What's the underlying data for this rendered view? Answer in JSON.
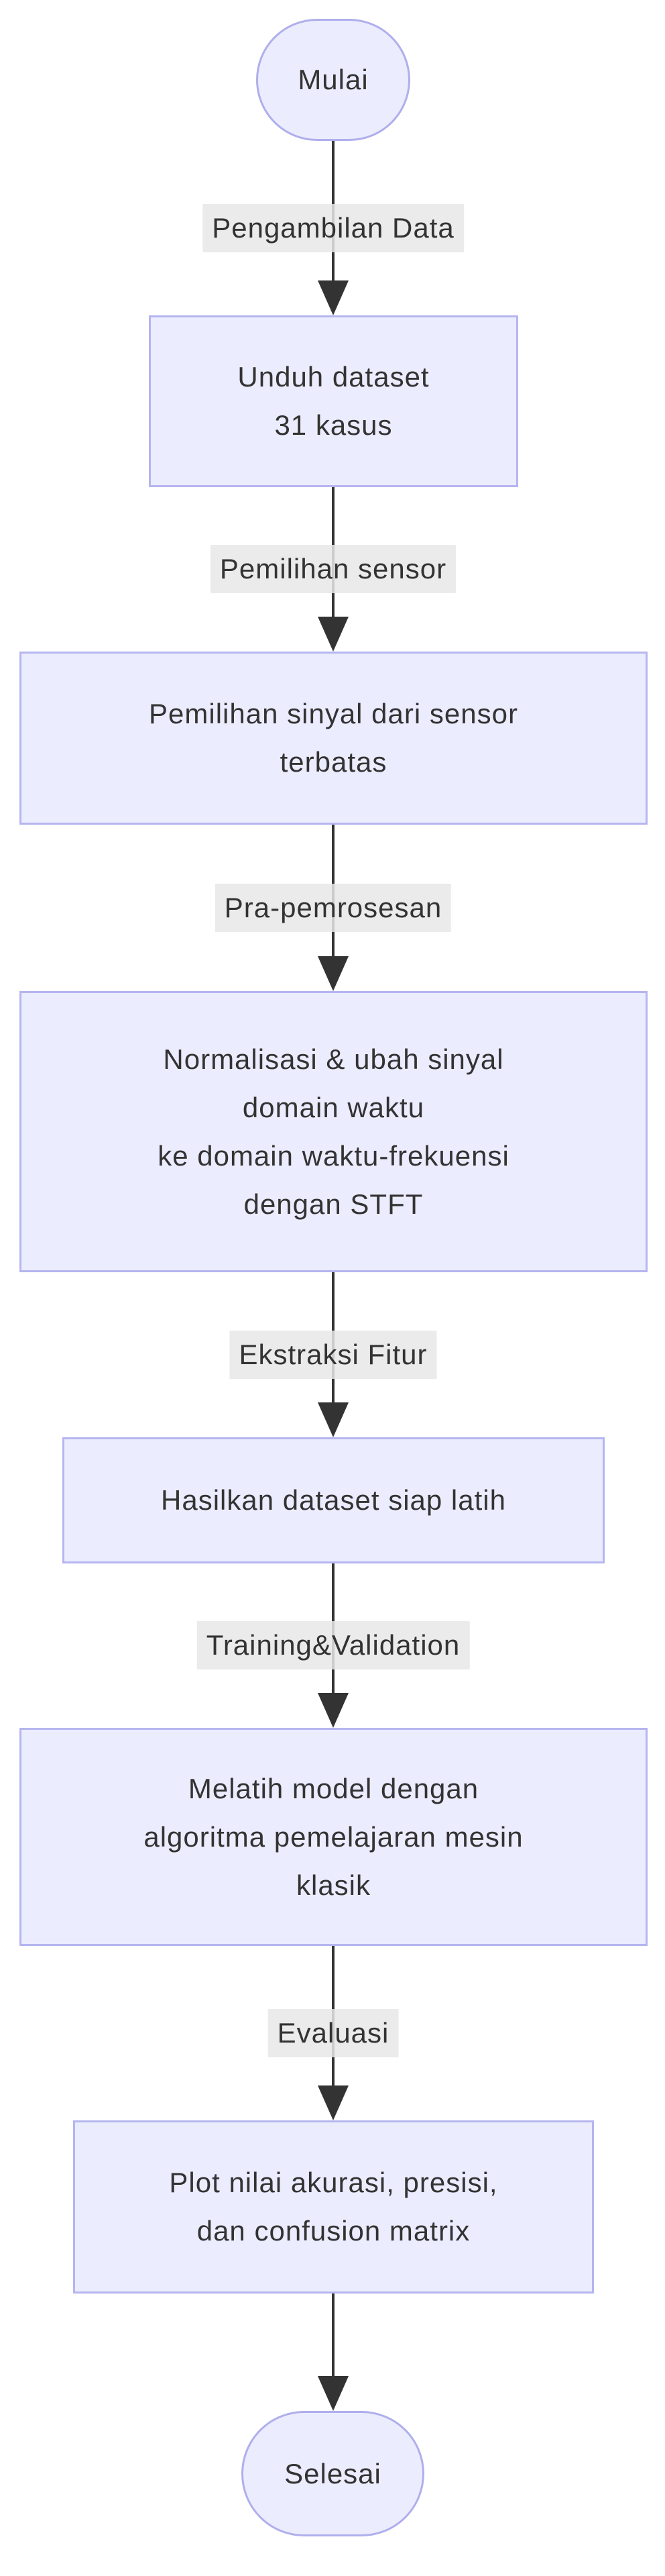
{
  "flowchart": {
    "type": "vertical-flowchart",
    "colors": {
      "background": "#FFFFFF",
      "node_fill": "#ECECFF",
      "node_border": "#B5B5F0",
      "edge_line": "#333333",
      "edge_label_background": "#E8E8E8",
      "text": "#333333"
    },
    "nodes": [
      {
        "id": "start",
        "shape": "stadium",
        "label": "Mulai"
      },
      {
        "id": "unduh",
        "shape": "process",
        "lines": [
          "Unduh dataset",
          "31 kasus"
        ]
      },
      {
        "id": "pemilihan",
        "shape": "process",
        "lines": [
          "Pemilihan sinyal dari sensor",
          "terbatas"
        ]
      },
      {
        "id": "normal",
        "shape": "process",
        "lines": [
          "Normalisasi & ubah sinyal",
          "domain waktu",
          "ke domain waktu-frekuensi",
          "dengan STFT"
        ]
      },
      {
        "id": "hasilkan",
        "shape": "process",
        "lines": [
          "Hasilkan dataset siap latih"
        ]
      },
      {
        "id": "melatih",
        "shape": "process",
        "lines": [
          "Melatih model dengan",
          "algoritma pemelajaran mesin",
          "klasik"
        ]
      },
      {
        "id": "plot",
        "shape": "process",
        "lines": [
          "Plot nilai akurasi, presisi,",
          "dan confusion matrix"
        ]
      },
      {
        "id": "selesai",
        "shape": "stadium",
        "label": "Selesai"
      }
    ],
    "edge_labels": [
      "Pengambilan Data",
      "Pemilihan sensor",
      "Pra-pemrosesan",
      "Ekstraksi Fitur",
      "Training&Validation",
      "Evaluasi"
    ]
  }
}
